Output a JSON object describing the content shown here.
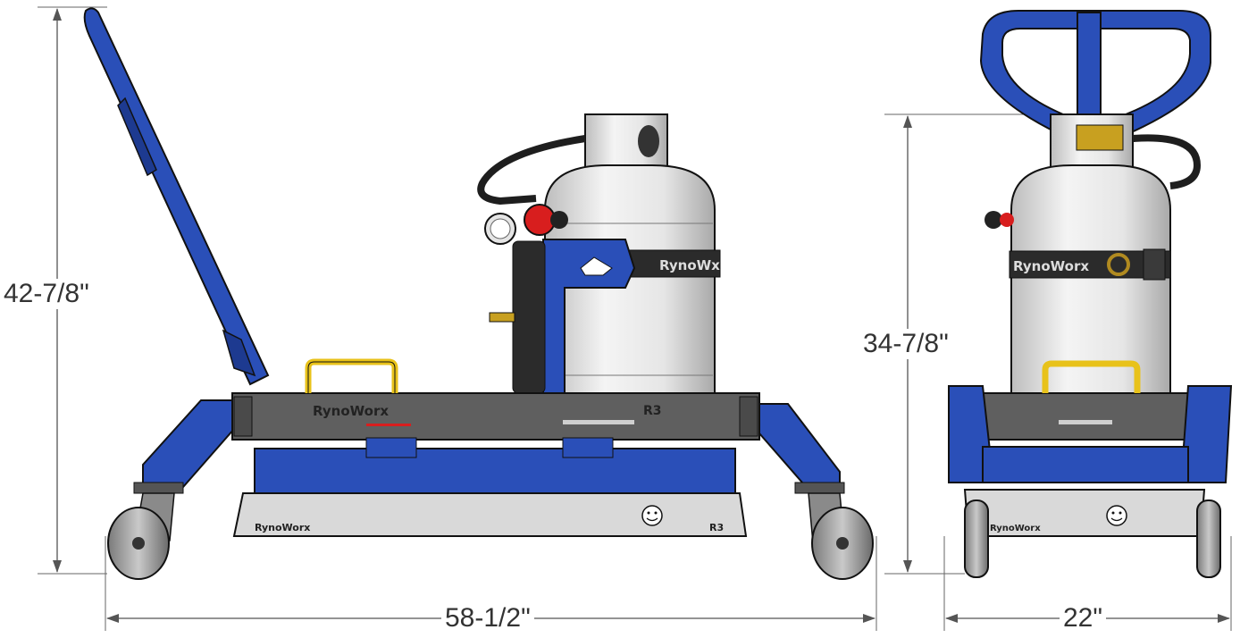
{
  "dimensions": {
    "side_height": "42-7/8\"",
    "side_length": "58-1/2\"",
    "front_height": "34-7/8\"",
    "front_width": "22\""
  },
  "brand": {
    "logo_text": "RynoWorx",
    "tank_strap_side": "RynoWx",
    "model_mark": "R3"
  },
  "colors": {
    "frame_blue": "#2a4fb8",
    "steel_gray": "#5f5f5f",
    "tank_white": "#e8e8e8",
    "plate_light": "#d9d9d9",
    "handle_yellow": "#e8c21a",
    "regulator_red": "#d81e1e",
    "dimension_line": "#555555",
    "label_text": "#333333"
  }
}
